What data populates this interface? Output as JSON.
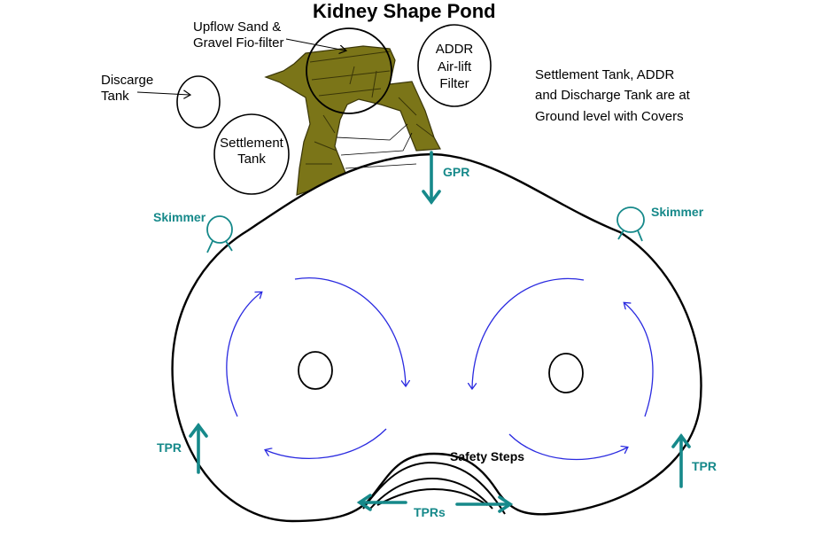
{
  "title": "Kidney Shape Pond",
  "labels": {
    "filter": [
      "Upflow Sand &",
      "Gravel Fio-filter"
    ],
    "discharge": [
      "Discarge",
      "Tank"
    ],
    "settlement": [
      "Settlement",
      "Tank"
    ],
    "addr": [
      "ADDR",
      "Air-lift",
      "Filter"
    ],
    "note": [
      "Settlement Tank, ADDR",
      "and Discharge Tank are at",
      "Ground level with Covers"
    ],
    "skimmer_left": "Skimmer",
    "skimmer_right": "Skimmer",
    "gpr": "GPR",
    "tpr_left": "TPR",
    "tpr_right": "TPR",
    "tprs": "TPRs",
    "safety_steps": "Safety Steps"
  },
  "colors": {
    "outline": "#000000",
    "flow": "#2a2ae0",
    "pipe": "#16898a",
    "filter_fill": "#7b7518",
    "filter_edge": "#3a3608"
  }
}
